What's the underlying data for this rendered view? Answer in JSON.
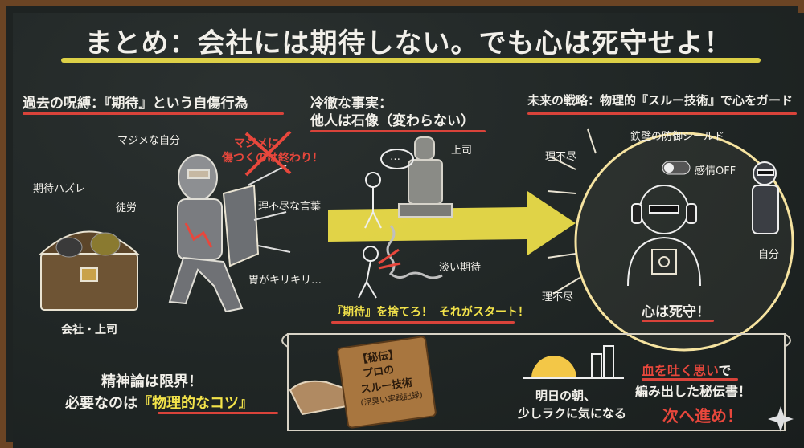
{
  "title": "まとめ：会社には期待しない。でも心は死守せよ！",
  "left": {
    "heading": "過去の呪縛：『期待』という自傷行為",
    "labels": {
      "serious_self": "マジメな自分",
      "stop_hurt_1": "マジメに",
      "stop_hurt_2": "傷つくのは終わり！",
      "expect_miss": "期待ハズレ",
      "futile": "徒労",
      "unfair_words": "理不尽な言葉",
      "stomach": "胃がキリキリ…",
      "company_boss": "会社・上司"
    }
  },
  "middle": {
    "heading_1": "冷徹な事実：",
    "heading_2": "他人は石像（変わらない）",
    "labels": {
      "dots": "…",
      "boss": "上司",
      "faint_hope": "淡い期待",
      "start_1": "『期待』を捨てろ！",
      "start_2": "それがスタート！"
    }
  },
  "right": {
    "heading": "未来の戦略：物理的『スルー技術』で心をガード",
    "labels": {
      "shield": "鉄壁の防御シールド",
      "unreason_top": "理不尽",
      "unreason_bottom": "理不尽",
      "emotion_off": "感情OFF",
      "self": "自分",
      "guard_heart": "心は死守！"
    }
  },
  "bottom": {
    "left_1": "精神論は限界！",
    "left_2a": "必要なのは",
    "left_2b": "『物理的なコツ』",
    "book_1": "【秘伝】",
    "book_2": "プロの",
    "book_3": "スルー技術",
    "book_4": "(泥臭い実践記録)",
    "morning_1": "明日の朝、",
    "morning_2": "少しラクに気になる",
    "final_1a": "血を吐く思い",
    "final_1b": "で",
    "final_2": "編み出した秘伝書！",
    "final_3": "次へ進め！"
  },
  "colors": {
    "board": "#202625",
    "frame": "#6b4424",
    "chalk": "#f2f0ea",
    "red": "#e8473c",
    "yellow": "#f3e34a"
  }
}
